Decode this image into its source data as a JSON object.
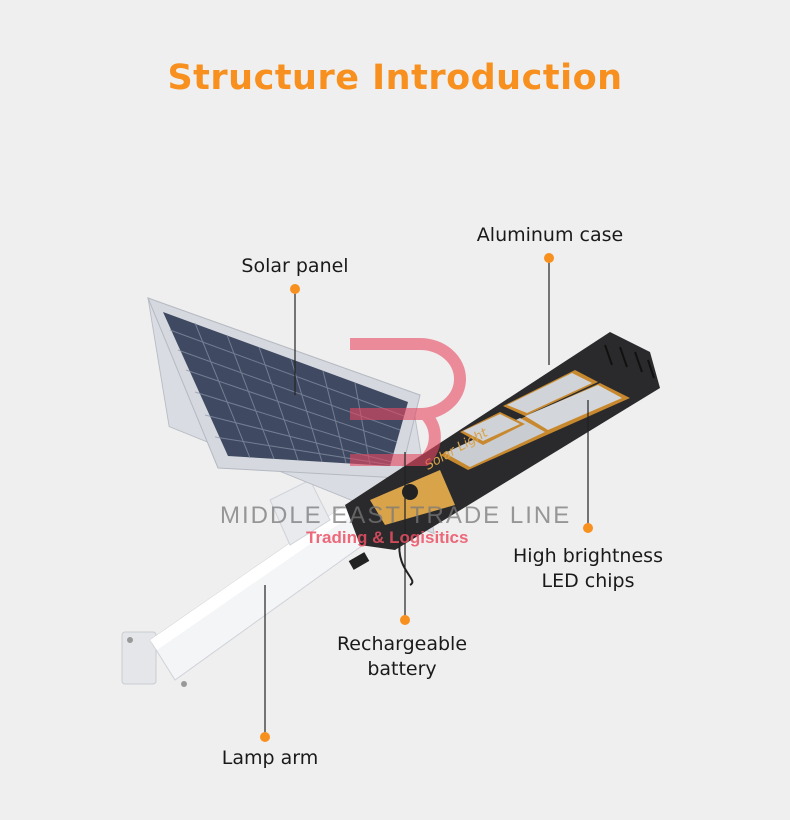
{
  "title": "Structure Introduction",
  "labels": {
    "solar_panel": "Solar panel",
    "aluminum_case": "Aluminum case",
    "led_chips_line1": "High brightness",
    "led_chips_line2": "LED chips",
    "battery_line1": "Rechargeable",
    "battery_line2": "battery",
    "lamp_arm": "Lamp arm"
  },
  "product_text": "Solar Light",
  "watermark": {
    "name": "MIDDLE EAST TRADE LINE",
    "tagline": "Trading & Logisitics"
  },
  "colors": {
    "accent": "#f7901e",
    "background": "#efefef",
    "watermark_red": "#eb5064"
  }
}
